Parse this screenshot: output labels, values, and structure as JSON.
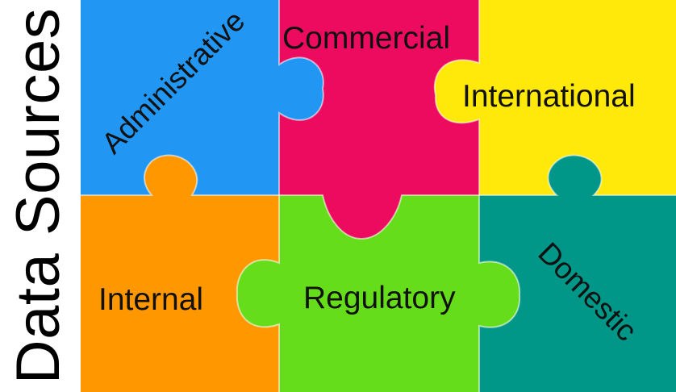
{
  "title": "Data Sources",
  "pieces": [
    {
      "id": "administrative",
      "label": "Administrative",
      "color": "#2196F3"
    },
    {
      "id": "commercial",
      "label": "Commercial",
      "color": "#EC0B5E"
    },
    {
      "id": "international",
      "label": "International",
      "color": "#FFE90A"
    },
    {
      "id": "internal",
      "label": "Internal",
      "color": "#FF9800"
    },
    {
      "id": "regulatory",
      "label": "Regulatory",
      "color": "#66DD1A"
    },
    {
      "id": "domestic",
      "label": "Domestic",
      "color": "#009688"
    }
  ]
}
